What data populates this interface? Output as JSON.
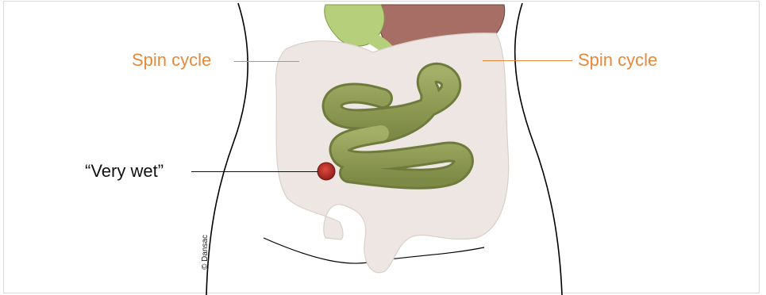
{
  "labels": {
    "left_spin": "Spin cycle",
    "right_spin": "Spin cycle",
    "very_wet": "“Very wet”"
  },
  "credit": "© Dansac",
  "colors": {
    "label_orange": "#e8893a",
    "stomach": "#b5cf7a",
    "liver": "#a76e66",
    "colon": "#eee6e2",
    "small_intestine": "#8e9a57",
    "stoma": "#b0302b",
    "body_outline": "#000000"
  }
}
